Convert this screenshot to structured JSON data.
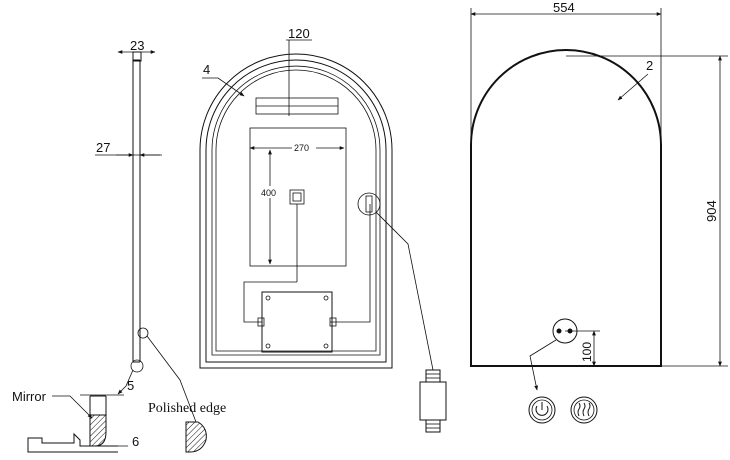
{
  "side_view": {
    "dim_top": "23",
    "dim_depth": "27",
    "dim_glass": "5",
    "dim_bracket": "6",
    "label_mirror": "Mirror",
    "label_polished": "Polished edge"
  },
  "front_view": {
    "dim_frame": "4",
    "dim_light_bar": "120",
    "dim_panel_width": "270",
    "dim_panel_height": "400"
  },
  "outline_view": {
    "dim_width": "554",
    "dim_height": "904",
    "dim_edge": "2",
    "dim_switch_offset": "100"
  },
  "icons": {
    "power": "power-touch-icon",
    "defog": "defog-heat-icon"
  }
}
